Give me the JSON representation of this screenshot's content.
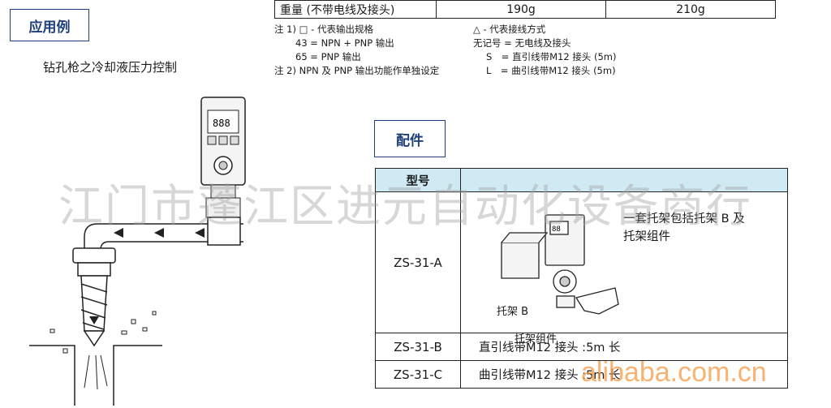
{
  "left_section": {
    "title": "应用例",
    "caption": "钻孔枪之冷却液压力控制"
  },
  "weight_table": {
    "label": "重量 (不带电线及接头)",
    "values": [
      "190g",
      "210g"
    ]
  },
  "notes": {
    "left": [
      "注 1) □ - 代表输出规格",
      "43 = NPN + PNP 输出",
      "65 = PNP 输出",
      "注 2) NPN 及 PNP 输出功能作单独设定"
    ],
    "right": [
      "△ - 代表接线方式",
      "无记号 = 无电线及接头",
      "S　= 直引线带M12 接头 (5m)",
      "L　= 曲引线带M12 接头 (5m)"
    ]
  },
  "accessories": {
    "title": "配件",
    "header": [
      "型号",
      ""
    ],
    "rows": [
      {
        "model": "ZS-31-A",
        "desc": "一套托架包括托架 B 及\n托架组件"
      },
      {
        "model": "ZS-31-B",
        "desc": "直引线带M12 接头 :5m 长"
      },
      {
        "model": "ZS-31-C",
        "desc": "曲引线带M12 接头 :5m 长"
      }
    ],
    "figure_labels": {
      "bracket_b": "托架 B",
      "bracket_assembly": "托架组件"
    }
  },
  "watermarks": {
    "shop": "江门市蓬江区进元自动化设备商行",
    "site": "alibaba.com.cn"
  },
  "colors": {
    "box_border": "#1f3f7a",
    "table_header": "#cfeaf3"
  }
}
